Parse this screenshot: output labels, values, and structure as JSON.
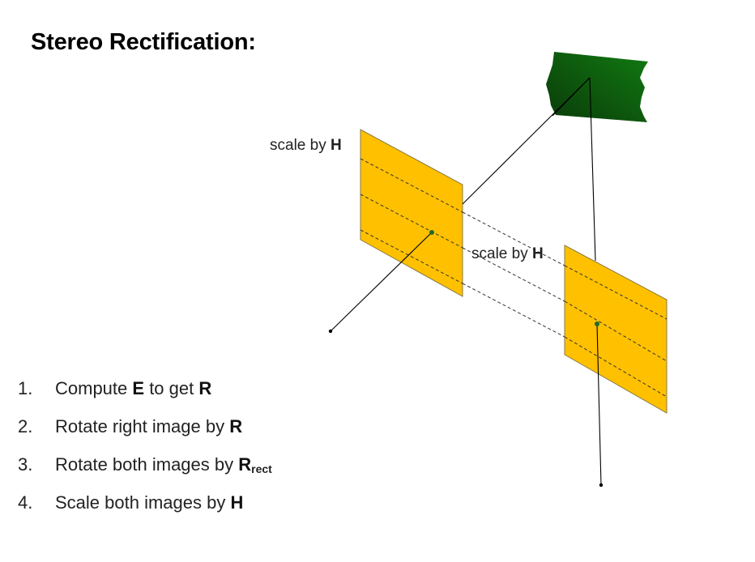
{
  "title": "Stereo Rectification:",
  "labels": {
    "left_scale": {
      "prefix": "scale by ",
      "bold": "H"
    },
    "right_scale": {
      "prefix": "scale by ",
      "bold": "H"
    }
  },
  "steps": [
    {
      "num": "1.",
      "parts": [
        "Compute ",
        "E",
        " to get ",
        "R"
      ]
    },
    {
      "num": "2.",
      "parts": [
        "Rotate right image by ",
        "R"
      ]
    },
    {
      "num": "3.",
      "parts": [
        "Rotate both images by ",
        "R",
        "rect"
      ]
    },
    {
      "num": "4.",
      "parts": [
        "Scale both images by ",
        "H"
      ]
    }
  ],
  "colors": {
    "image_plane_fill": "#FFC000",
    "image_plane_stroke": "#8A7A40",
    "object_dark": "#0A3A0A",
    "object_light": "#117A11",
    "point": "#1F6B2A",
    "line": "#000000"
  }
}
